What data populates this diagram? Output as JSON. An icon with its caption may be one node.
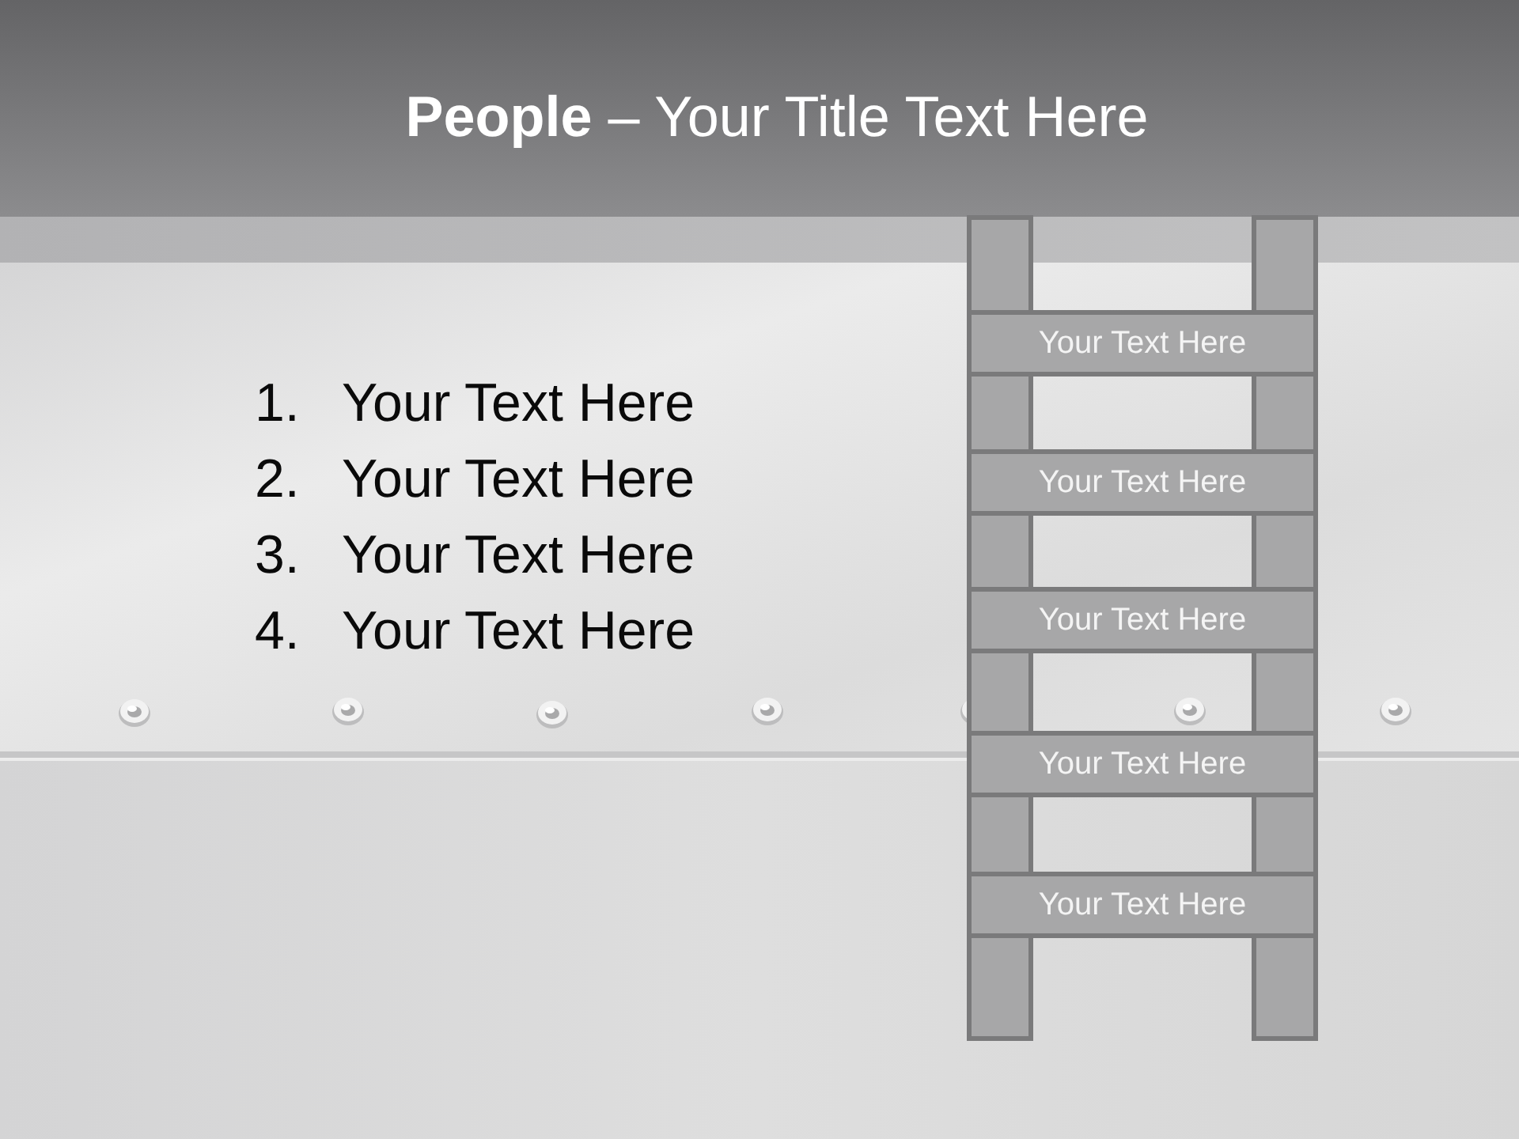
{
  "diagram": {
    "title": "**People** – Your Title Text Here",
    "nodes": [
      {
        "text": [],
        "shape": "box"
      },
      {
        "text": [],
        "shape": "box"
      },
      {
        "text": [
          "Your Text Here"
        ]
      },
      {
        "text": [],
        "shape": "box"
      },
      {
        "text": [],
        "shape": "box"
      },
      {
        "text": [
          "Your Text Here"
        ]
      },
      {
        "text": [],
        "shape": "box"
      },
      {
        "text": [],
        "shape": "box"
      },
      {
        "text": [
          "Your Text Here"
        ]
      },
      {
        "text": [],
        "shape": "box"
      },
      {
        "text": [],
        "shape": "box"
      },
      {
        "text": [
          "Your Text Here"
        ]
      },
      {
        "text": [],
        "shape": "box"
      },
      {
        "text": [],
        "shape": "box"
      },
      {
        "text": [
          "Your Text Here"
        ]
      },
      {
        "text": [],
        "shape": "box"
      },
      {
        "text": [],
        "shape": "box"
      }
    ],
    "labels": [
      "1.",
      "Your Text Here",
      "2.",
      "Your Text Here",
      "3.",
      "Your Text Here",
      "4.",
      "Your Text Here"
    ]
  }
}
